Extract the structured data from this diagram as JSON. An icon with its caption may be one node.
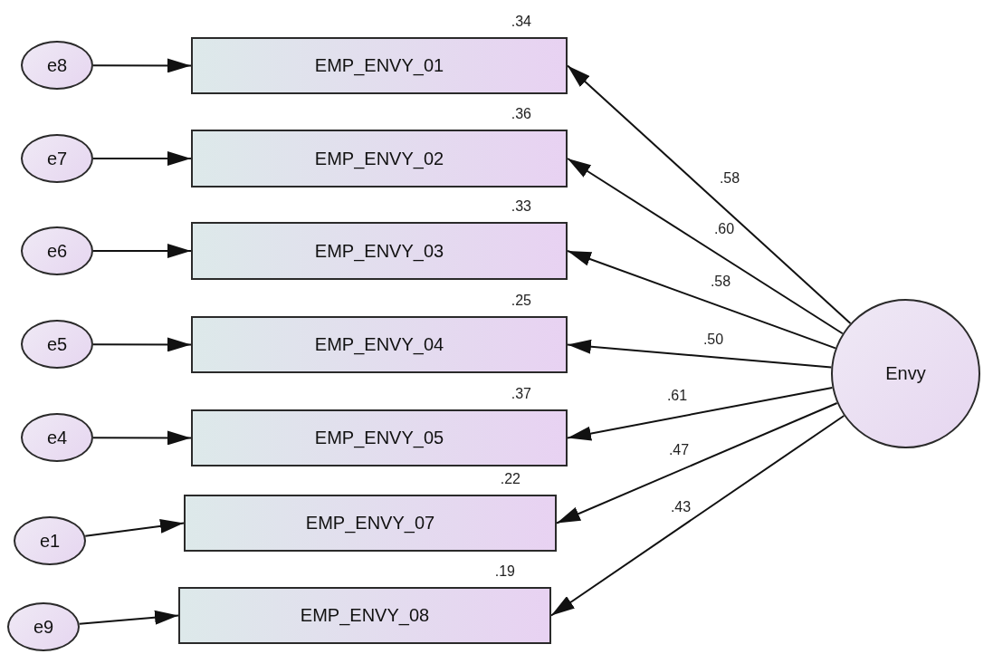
{
  "diagram": {
    "nodes": [
      {
        "text": [
          "e8"
        ]
      },
      {
        "text": [
          "EMP_ENVY_01"
        ],
        "beside": [
          ".34"
        ]
      },
      {
        "text": [
          "e7"
        ]
      },
      {
        "text": [
          "EMP_ENVY_02"
        ],
        "beside": [
          ".36"
        ]
      },
      {
        "text": [
          "e6"
        ]
      },
      {
        "text": [
          "EMP_ENVY_03"
        ],
        "beside": [
          ".33"
        ]
      },
      {
        "text": [
          "e5"
        ]
      },
      {
        "text": [
          "EMP_ENVY_04"
        ],
        "beside": [
          ".25"
        ]
      },
      {
        "text": [
          "e4"
        ]
      },
      {
        "text": [
          "EMP_ENVY_05"
        ],
        "beside": [
          ".37"
        ]
      },
      {
        "text": [
          "e1"
        ]
      },
      {
        "text": [
          "EMP_ENVY_07"
        ],
        "beside": [
          ".22"
        ]
      },
      {
        "text": [
          "e9"
        ]
      },
      {
        "text": [
          "EMP_ENVY_08"
        ],
        "beside": [
          ".19"
        ]
      },
      {
        "text": [
          "Envy"
        ]
      }
    ],
    "edges": [
      {
        "from": 0,
        "to": 1,
        "arrow": "to"
      },
      {
        "from": 2,
        "to": 3,
        "arrow": "to"
      },
      {
        "from": 4,
        "to": 5,
        "arrow": "to"
      },
      {
        "from": 6,
        "to": 7,
        "arrow": "to"
      },
      {
        "from": 8,
        "to": 9,
        "arrow": "to"
      },
      {
        "from": 10,
        "to": 11,
        "arrow": "to"
      },
      {
        "from": 12,
        "to": 13,
        "arrow": "to"
      },
      {
        "from": 14,
        "to": 1,
        "arrow": "to",
        "label": ".58"
      },
      {
        "from": 14,
        "to": 3,
        "arrow": "to",
        "label": ".60"
      },
      {
        "from": 14,
        "to": 5,
        "arrow": "to",
        "label": ".58"
      },
      {
        "from": 14,
        "to": 7,
        "arrow": "to",
        "label": ".50"
      },
      {
        "from": 14,
        "to": 9,
        "arrow": "to",
        "label": ".61"
      },
      {
        "from": 14,
        "to": 11,
        "arrow": "to",
        "label": ".47"
      },
      {
        "from": 14,
        "to": 13,
        "arrow": "to",
        "label": ".43"
      }
    ]
  }
}
